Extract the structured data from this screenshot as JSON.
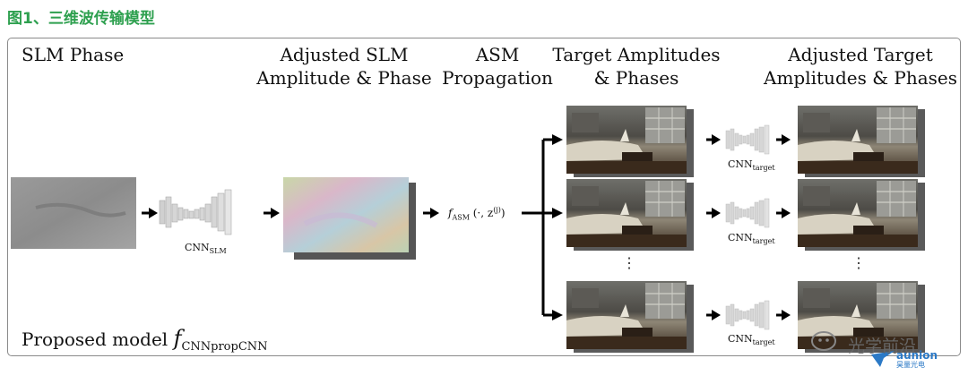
{
  "figure_caption": "图1、三维波传输模型",
  "headers": {
    "slm_phase": "SLM Phase",
    "adjusted_slm": "Adjusted SLM Amplitude & Phase",
    "asm": "ASM Propagation",
    "target": "Target Amplitudes & Phases",
    "adjusted_target": "Adjusted Target Amplitudes & Phases"
  },
  "labels": {
    "cnn_slm": "CNN",
    "cnn_slm_sub": "SLM",
    "f_asm": "f",
    "f_asm_sub": "ASM",
    "f_asm_args": "(·, z",
    "f_asm_sup": "(j)",
    "cnn_target": "CNN",
    "cnn_target_sub": "target",
    "ellipsis": "⋮"
  },
  "model_label": {
    "prefix": "Proposed model",
    "f": "f",
    "sub": "CNNpropCNN"
  },
  "watermark": {
    "text": "光学前沿",
    "logo_text": "aunion",
    "logo_sub": "昊量光电"
  },
  "colors": {
    "caption": "#2ea04f",
    "frame": "#8a8a8a",
    "arrow": "#000000"
  }
}
